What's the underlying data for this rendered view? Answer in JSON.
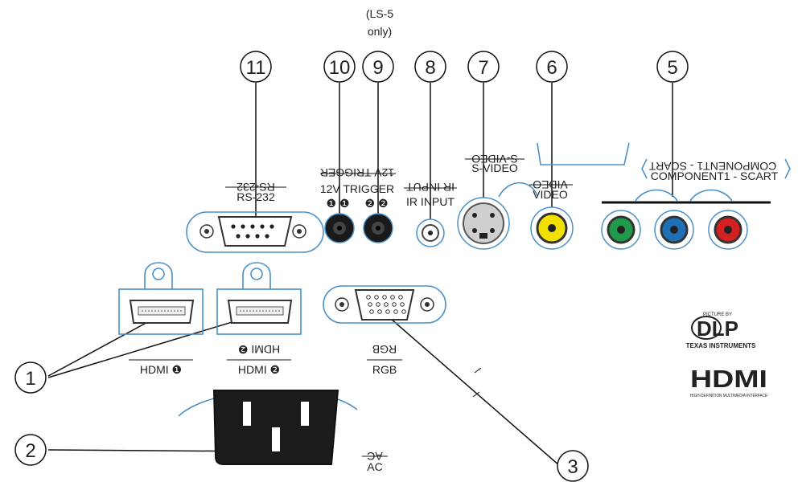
{
  "callouts": {
    "n1": "1",
    "n2": "2",
    "n3": "3",
    "n5": "5",
    "n6": "6",
    "n7": "7",
    "n8": "8",
    "n9": "9",
    "n10": "10",
    "n11": "11"
  },
  "note": {
    "line1": "(LS-5",
    "line2": "only)"
  },
  "labels": {
    "rs232": "RS-232",
    "trigger": "12V TRIGGER",
    "ir_input": "IR INPUT",
    "s_video": "S-VIDEO",
    "video": "VIDEO",
    "component": "COMPONENT1 - SCART",
    "hdmi1": "HDMI ❶",
    "hdmi2": "HDMI ❷",
    "rgb": "RGB",
    "ac": "AC",
    "trig_n1": "❶ ❶",
    "trig_n2": "❷ ❷"
  },
  "logos": {
    "dlp_top": "PICTURE BY",
    "dlp": "DLP",
    "dlp_sub": "TEXAS INSTRUMENTS",
    "hdmi": "HDMI",
    "hdmi_sub": "HIGH-DEFINITION MULTIMEDIA INTERFACE"
  },
  "colors": {
    "outline": "#4a90c8",
    "component_green": "#1f9a4a",
    "component_blue": "#1f6fb5",
    "component_red": "#d42020",
    "video_yellow": "#f2e000"
  }
}
